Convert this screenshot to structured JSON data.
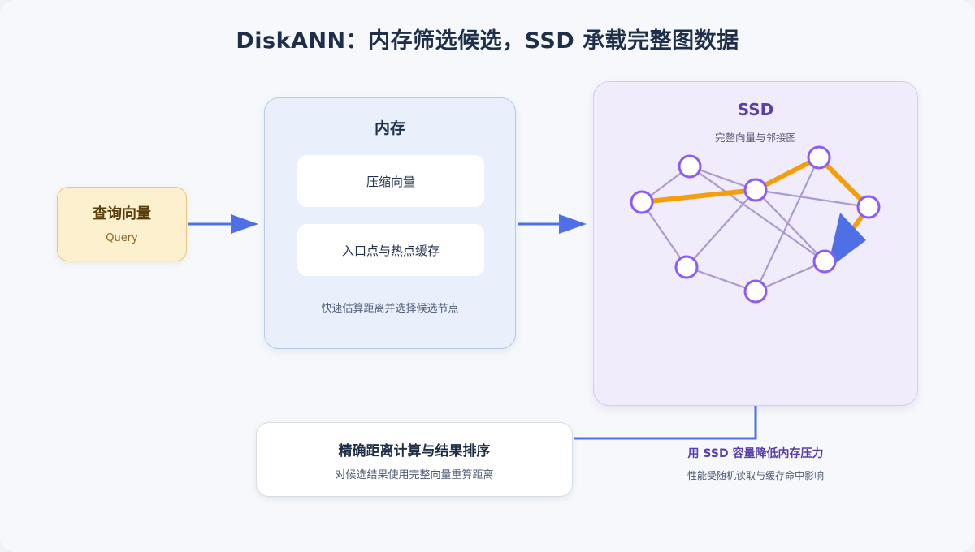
{
  "title": "DiskANN：内存筛选候选，SSD 承载完整图数据",
  "query": {
    "title": "查询向量",
    "subtitle": "Query"
  },
  "memory": {
    "title": "内存",
    "items": [
      "压缩向量",
      "入口点与热点缓存"
    ],
    "note": "快速估算距离并选择候选节点"
  },
  "ssd": {
    "title": "SSD",
    "subtitle": "完整向量与邻接图"
  },
  "result": {
    "title": "精确距离计算与结果排序",
    "subtitle": "对候选结果使用完整向量重算距离"
  },
  "ssd_caption": {
    "title": "用 SSD 容量降低内存压力",
    "subtitle": "性能受随机读取与缓存命中影响"
  },
  "colors": {
    "arrow": "#4e6fe6",
    "path": "#f59e0b",
    "node_stroke": "#8b5cf6",
    "edge": "#9f8cc7"
  }
}
